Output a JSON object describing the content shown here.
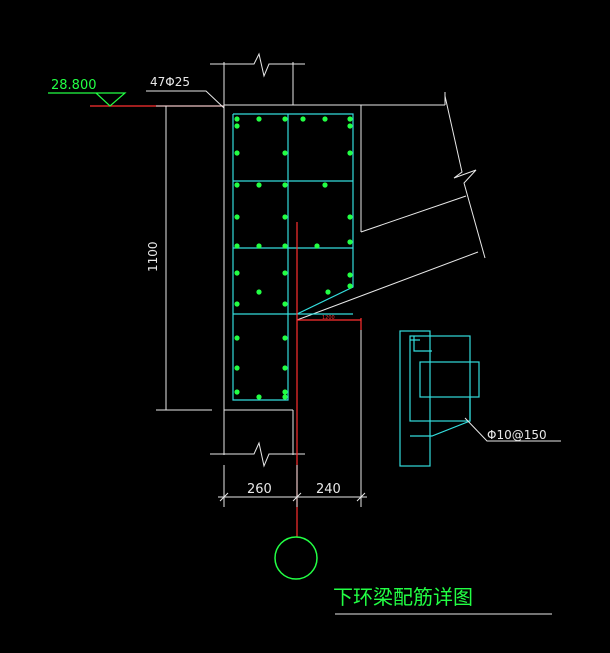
{
  "drawing": {
    "title": "下环梁配筋详图",
    "elevation": "28.800",
    "rebar_main": "47Φ25",
    "stirrup": "Φ10@150",
    "dim_height": "1100",
    "dim_left": "260",
    "dim_right": "240",
    "dim_small": "1200"
  },
  "colors": {
    "background": "#000000",
    "white": "#e8e8e8",
    "cyan": "#33dddd",
    "green": "#22ff44",
    "red": "#ff3030"
  }
}
